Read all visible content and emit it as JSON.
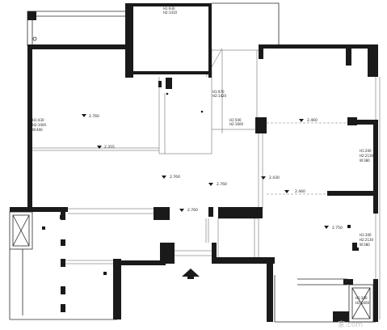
{
  "rooms": [
    {
      "id": "top-room",
      "lines": [
        "H1:930",
        "H2:1410"
      ]
    },
    {
      "id": "living-room",
      "lines": [
        "H1:430",
        "H2:1000",
        "W:400"
      ]
    },
    {
      "id": "corridor-room",
      "lines": [
        "H1:970",
        "H2:1420"
      ]
    },
    {
      "id": "middle-room",
      "lines": [
        "H1:500",
        "H2:1600"
      ]
    },
    {
      "id": "right-room",
      "lines": [
        "H1:200",
        "H2:2130",
        "W:380"
      ]
    },
    {
      "id": "bottom-right-room",
      "lines": [
        "H1:300",
        "H2:2130",
        "W:380"
      ]
    },
    {
      "id": "small-room",
      "lines": [
        "H1:300",
        "H2:1600"
      ]
    }
  ],
  "levels": [
    "2.760",
    "2.355",
    "2.460",
    "2.760",
    "2.760",
    "2.430",
    "2.460",
    "2.760",
    "2.750"
  ],
  "watermark": "家.com"
}
